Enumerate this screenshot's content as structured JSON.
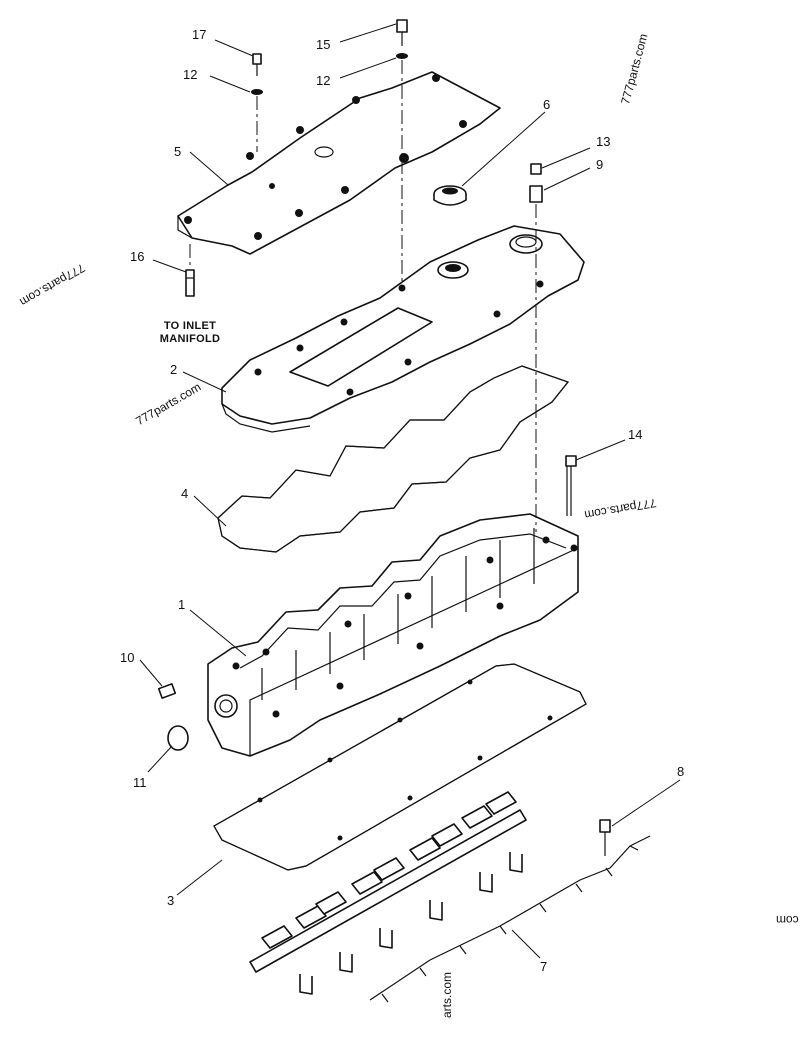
{
  "callouts": {
    "c1": "1",
    "c2": "2",
    "c3": "3",
    "c4": "4",
    "c5": "5",
    "c6": "6",
    "c7": "7",
    "c8": "8",
    "c9": "9",
    "c10": "10",
    "c11": "11",
    "c12a": "12",
    "c12b": "12",
    "c13": "13",
    "c14": "14",
    "c15": "15",
    "c16": "16",
    "c17": "17"
  },
  "note": {
    "line1": "TO INLET",
    "line2": "MANIFOLD"
  },
  "watermarks": {
    "w1": "777parts.com",
    "w2": "777parts.com",
    "w3": "777parts.com",
    "w4": "777parts.com",
    "w5": "com",
    "w6": "arts.com"
  }
}
